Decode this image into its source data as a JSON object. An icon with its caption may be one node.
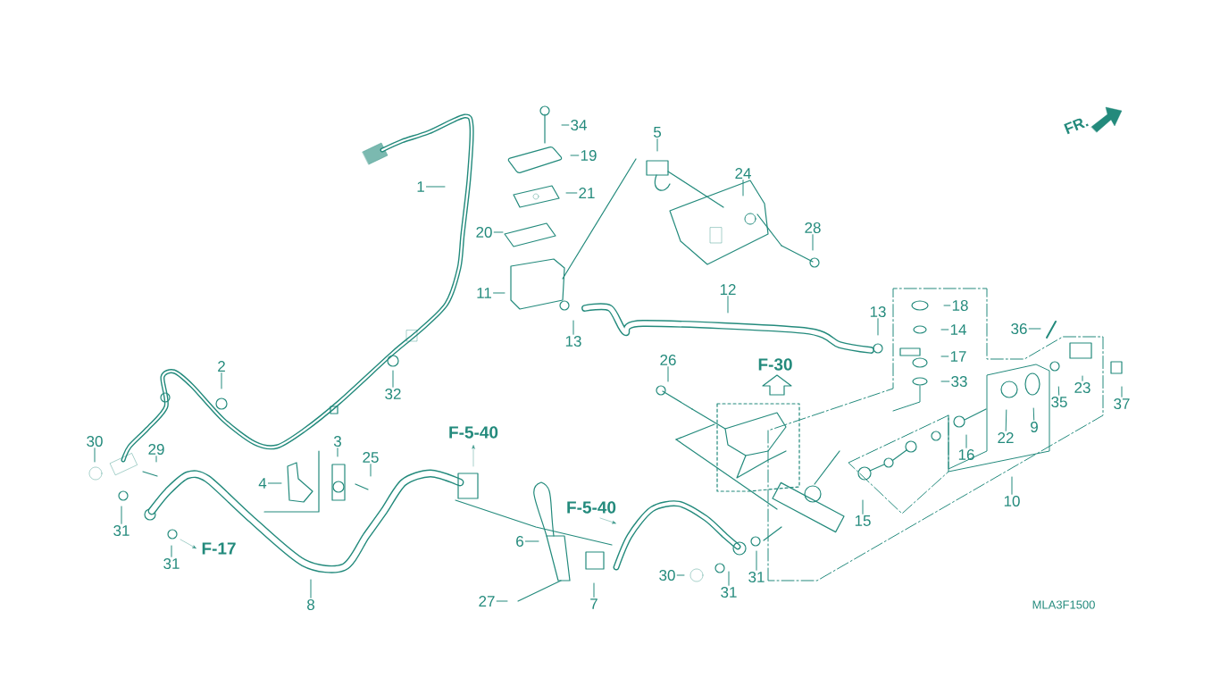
{
  "diagram": {
    "nodes": [
      {
        "text": [
          "34"
        ]
      },
      {
        "text": [
          "5"
        ]
      },
      {
        "text": [
          "19"
        ]
      },
      {
        "text": [
          "24"
        ]
      },
      {
        "text": [
          "1"
        ]
      },
      {
        "text": [
          "21"
        ]
      },
      {
        "text": [
          "20"
        ]
      },
      {
        "text": [
          "28"
        ]
      },
      {
        "text": [
          "11"
        ]
      },
      {
        "text": [
          "12"
        ]
      },
      {
        "text": [
          "18"
        ]
      },
      {
        "text": [
          "13"
        ]
      },
      {
        "text": [
          "14"
        ]
      },
      {
        "text": [
          "36"
        ]
      },
      {
        "text": [
          "13"
        ]
      },
      {
        "text": [
          "17"
        ]
      },
      {
        "text": [
          "26"
        ]
      },
      {
        "text": [
          "2"
        ]
      },
      {
        "text": [
          "33"
        ]
      },
      {
        "text": [
          "32"
        ]
      },
      {
        "text": [
          "35"
        ]
      },
      {
        "text": [
          "23"
        ]
      },
      {
        "text": [
          "37"
        ]
      },
      {
        "text": [
          "22"
        ]
      },
      {
        "text": [
          "9"
        ]
      },
      {
        "text": [
          "30"
        ]
      },
      {
        "text": [
          "29"
        ]
      },
      {
        "text": [
          "3"
        ]
      },
      {
        "text": [
          "16"
        ]
      },
      {
        "text": [
          "25"
        ]
      },
      {
        "text": [
          "4"
        ]
      },
      {
        "text": [
          "10"
        ]
      },
      {
        "text": [
          "15"
        ]
      },
      {
        "text": [
          "31"
        ]
      },
      {
        "text": [
          "6"
        ]
      },
      {
        "text": [
          "31"
        ]
      },
      {
        "text": [
          "30"
        ]
      },
      {
        "text": [
          "31"
        ]
      },
      {
        "text": [
          "31"
        ]
      },
      {
        "text": [
          "7"
        ]
      },
      {
        "text": [
          "27"
        ]
      },
      {
        "text": [
          "8"
        ]
      }
    ],
    "edges": [
      {
        "from": 0,
        "to": null,
        "arrow": "none"
      },
      {
        "from": 1,
        "to": null,
        "arrow": "none"
      },
      {
        "from": 2,
        "to": null,
        "arrow": "none"
      },
      {
        "from": 3,
        "to": null,
        "arrow": "none"
      },
      {
        "from": 4,
        "to": null,
        "arrow": "none"
      },
      {
        "from": 5,
        "to": null,
        "arrow": "none"
      },
      {
        "from": 6,
        "to": null,
        "arrow": "none"
      },
      {
        "from": 7,
        "to": null,
        "arrow": "none"
      },
      {
        "from": 8,
        "to": null,
        "arrow": "none"
      },
      {
        "from": 9,
        "to": null,
        "arrow": "none"
      },
      {
        "from": 10,
        "to": null,
        "arrow": "none"
      },
      {
        "from": 11,
        "to": null,
        "arrow": "none"
      },
      {
        "from": 12,
        "to": null,
        "arrow": "none"
      },
      {
        "from": 13,
        "to": null,
        "arrow": "none"
      },
      {
        "from": 14,
        "to": null,
        "arrow": "none"
      },
      {
        "from": 15,
        "to": null,
        "arrow": "none"
      },
      {
        "from": 16,
        "to": null,
        "arrow": "none"
      },
      {
        "from": 17,
        "to": null,
        "arrow": "none"
      },
      {
        "from": 18,
        "to": null,
        "arrow": "none"
      },
      {
        "from": 19,
        "to": null,
        "arrow": "none"
      },
      {
        "from": 20,
        "to": null,
        "arrow": "none"
      },
      {
        "from": 21,
        "to": null,
        "arrow": "none"
      },
      {
        "from": 22,
        "to": null,
        "arrow": "none"
      },
      {
        "from": 23,
        "to": null,
        "arrow": "none"
      },
      {
        "from": 24,
        "to": null,
        "arrow": "none"
      },
      {
        "from": 25,
        "to": null,
        "arrow": "none"
      },
      {
        "from": 26,
        "to": null,
        "arrow": "none"
      },
      {
        "from": 27,
        "to": null,
        "arrow": "none"
      },
      {
        "from": 28,
        "to": null,
        "arrow": "none"
      },
      {
        "from": 29,
        "to": null,
        "arrow": "none"
      },
      {
        "from": 30,
        "to": null,
        "arrow": "none"
      },
      {
        "from": 31,
        "to": null,
        "arrow": "none"
      },
      {
        "from": 32,
        "to": null,
        "arrow": "none"
      },
      {
        "from": 33,
        "to": null,
        "arrow": "none"
      },
      {
        "from": 34,
        "to": null,
        "arrow": "none"
      },
      {
        "from": 35,
        "to": null,
        "arrow": "none"
      },
      {
        "from": 36,
        "to": null,
        "arrow": "none"
      },
      {
        "from": 37,
        "to": null,
        "arrow": "none"
      },
      {
        "from": 38,
        "to": null,
        "arrow": "none"
      },
      {
        "from": 39,
        "to": null,
        "arrow": "none"
      },
      {
        "from": 40,
        "to": null,
        "arrow": "none"
      },
      {
        "from": 41,
        "to": null,
        "arrow": "none"
      }
    ],
    "labels": [
      "FR.",
      "F-30",
      "F-5-40",
      "F-5-40",
      "F-17",
      "MLA3F1500"
    ]
  }
}
